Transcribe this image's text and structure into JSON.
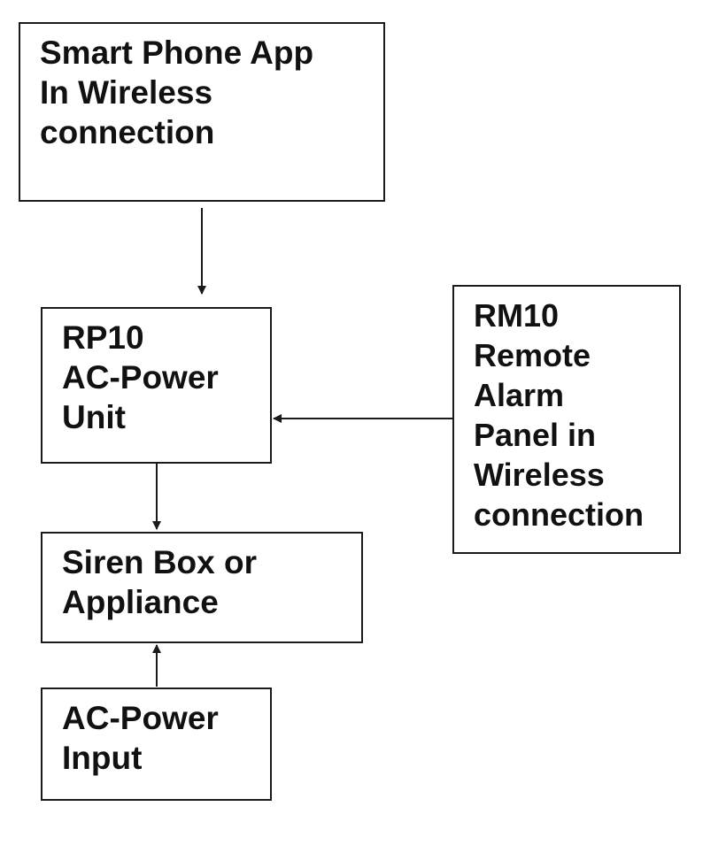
{
  "diagram": {
    "nodes": {
      "smartphone_app": {
        "lines": [
          "Smart Phone App",
          "In Wireless",
          "connection"
        ]
      },
      "rp10_unit": {
        "lines": [
          "RP10",
          "AC-Power",
          "Unit"
        ]
      },
      "rm10_panel": {
        "lines": [
          "RM10",
          "Remote",
          "Alarm",
          "Panel in",
          "Wireless",
          "connection"
        ]
      },
      "siren_box": {
        "lines": [
          "Siren Box or",
          "Appliance"
        ]
      },
      "ac_power_input": {
        "lines": [
          "AC-Power",
          "Input"
        ]
      }
    },
    "edges": [
      {
        "from": "smartphone_app",
        "to": "rp10_unit"
      },
      {
        "from": "rm10_panel",
        "to": "rp10_unit"
      },
      {
        "from": "rp10_unit",
        "to": "siren_box"
      },
      {
        "from": "ac_power_input",
        "to": "siren_box"
      }
    ],
    "colors": {
      "stroke": "#1a1a1a",
      "text": "#111111",
      "background": "#ffffff"
    }
  }
}
